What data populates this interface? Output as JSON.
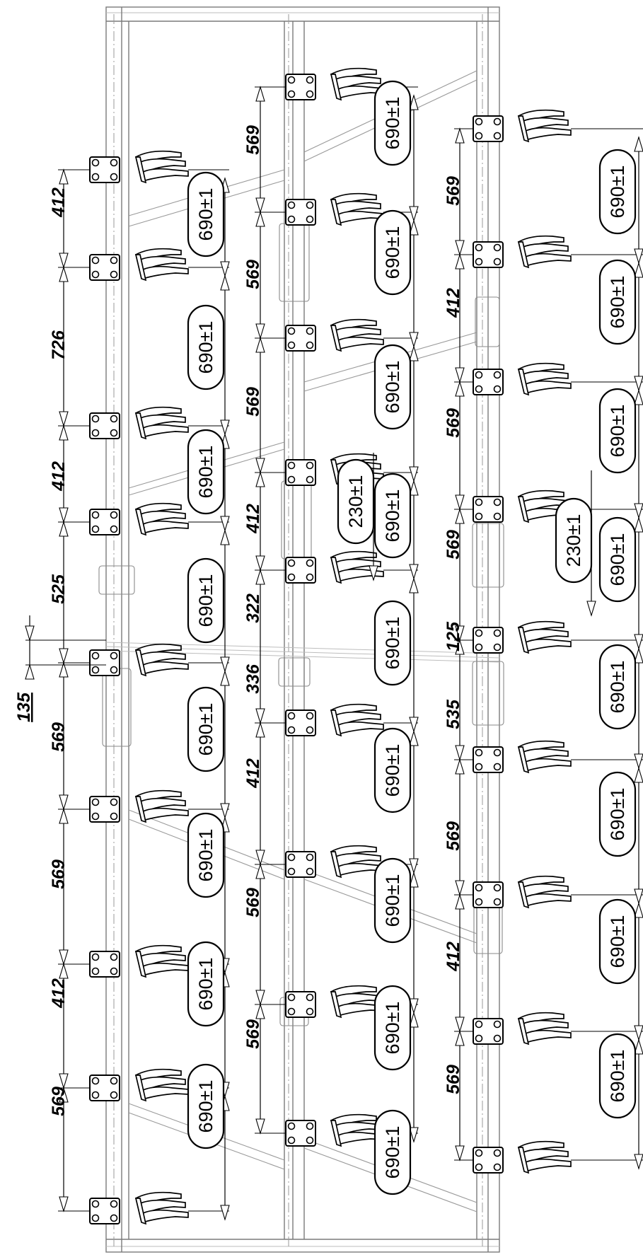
{
  "drawing": {
    "colors": {
      "line": "#000000",
      "frame": "#7a7a7a",
      "background": "#ffffff"
    },
    "left_column": {
      "spacing_labels": [
        "412",
        "726",
        "412",
        "525",
        "569",
        "569",
        "412",
        "569"
      ],
      "offset_label": "135",
      "tolerance_labels": [
        "690±1",
        "690±1",
        "690±1",
        "690±1",
        "690±1",
        "690±1",
        "690±1",
        "690±1"
      ]
    },
    "middle_column": {
      "spacing_labels": [
        "569",
        "569",
        "569",
        "412",
        "322",
        "336",
        "412",
        "569",
        "569"
      ],
      "tolerance_labels": [
        "690±1",
        "690±1",
        "690±1",
        "690±1",
        "690±1",
        "690±1",
        "690±1",
        "690±1",
        "690±1"
      ],
      "offset_tolerance_label": "230±1"
    },
    "right_column": {
      "spacing_labels": [
        "569",
        "412",
        "569",
        "569",
        "125",
        "535",
        "569",
        "412",
        "569"
      ],
      "tolerance_labels": [
        "690±1",
        "690±1",
        "690±1",
        "690±1",
        "690±1",
        "690±1",
        "690±1",
        "690±1"
      ],
      "offset_tolerance_label": "230±1"
    }
  }
}
